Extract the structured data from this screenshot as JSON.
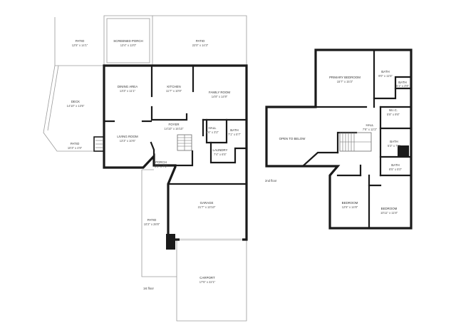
{
  "floors": [
    {
      "label": "1st floor",
      "rooms": [
        {
          "name": "PATIO",
          "dims": "12'5\" x 14'1\""
        },
        {
          "name": "SCREENED PORCH",
          "dims": "13'4\" x 13'0\""
        },
        {
          "name": "PATIO",
          "dims": "22'0\" x 14'3\""
        },
        {
          "name": "DINING AREA",
          "dims": "13'3\" x 11'1\""
        },
        {
          "name": "KITCHEN",
          "dims": "11'7\" x 10'9\""
        },
        {
          "name": "FAMILY ROOM",
          "dims": "14'8\" x 14'9\""
        },
        {
          "name": "DECK",
          "dims": "14'10\" x 13'5\""
        },
        {
          "name": "FOYER",
          "dims": "14'10\" x 16'10\""
        },
        {
          "name": "HALL",
          "dims": "3'6\" x 3'2\""
        },
        {
          "name": "BATH",
          "dims": "7'1\" x 5'7\""
        },
        {
          "name": "LIVING ROOM",
          "dims": "13'3\" x 10'6\""
        },
        {
          "name": "PATIO",
          "dims": "10'3\" x 4'9\""
        },
        {
          "name": "LAUNDRY",
          "dims": "7'4\" x 6'5\""
        },
        {
          "name": "PORCH",
          "dims": "9'8\" x 7'1\""
        },
        {
          "name": "GARAGE",
          "dims": "21'7\" x 13'10\""
        },
        {
          "name": "PATIO",
          "dims": "10'2\" x 28'8\""
        },
        {
          "name": "CARPORT",
          "dims": "17'5\" x 22'1\""
        }
      ]
    },
    {
      "label": "2nd floor",
      "rooms": [
        {
          "name": "PRIMARY BEDROOM",
          "dims": "15'7\" x 15'3\""
        },
        {
          "name": "BATH",
          "dims": "9'0\" x 11'5\""
        },
        {
          "name": "BATH",
          "dims": "5'1\" x 3'9\""
        },
        {
          "name": "W.I.C.",
          "dims": "5'8\" x 9'8\""
        },
        {
          "name": "OPEN TO BELOW",
          "dims": ""
        },
        {
          "name": "HALL",
          "dims": "7'8\" x 12'2\""
        },
        {
          "name": "BATH",
          "dims": "5'3\" x 7'0\""
        },
        {
          "name": "BATH",
          "dims": "8'5\" x 5'0\""
        },
        {
          "name": "BEDROOM",
          "dims": "12'5\" x 14'8\""
        },
        {
          "name": "BEDROOM",
          "dims": "10'11\" x 11'8\""
        }
      ]
    }
  ]
}
